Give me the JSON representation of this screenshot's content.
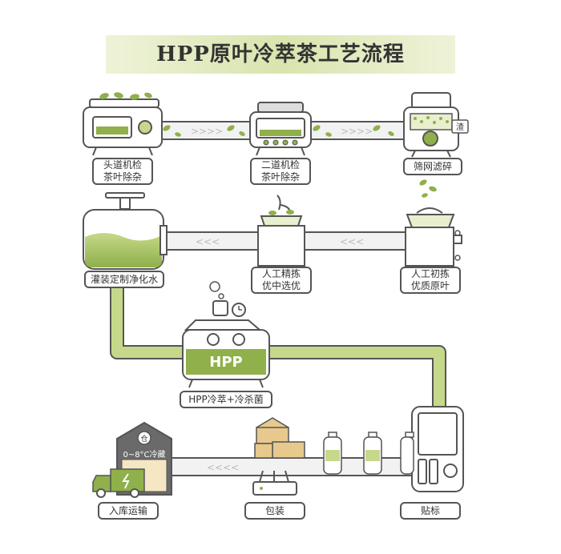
{
  "title": "HPP原叶冷萃茶工艺流程",
  "colors": {
    "accent_green": "#8fb04a",
    "light_green": "#c6d88a",
    "outline": "#555555",
    "pipe_gray": "#f2f2f2",
    "box_tan": "#e8c98d"
  },
  "steps": {
    "step1": "头道机检\n茶叶除杂",
    "step2": "二道机检\n茶叶除杂",
    "step3": "筛网滤碎",
    "step4": "人工初拣\n优质原叶",
    "step5": "人工精拣\n优中选优",
    "step6": "灌装定制净化水",
    "step7": "HPP冷萃+冷杀菌",
    "step8": "贴标",
    "step9": "包装",
    "step10": "入库运输"
  },
  "machine_texts": {
    "filter_tag": "渣",
    "hpp_tank": "HPP",
    "warehouse_temp": "0~8°C冷藏",
    "warehouse_icon": "仓"
  },
  "icons": [
    "leaf-icon",
    "clock-icon",
    "lightning-icon",
    "hand-icon",
    "bottle-icon"
  ]
}
